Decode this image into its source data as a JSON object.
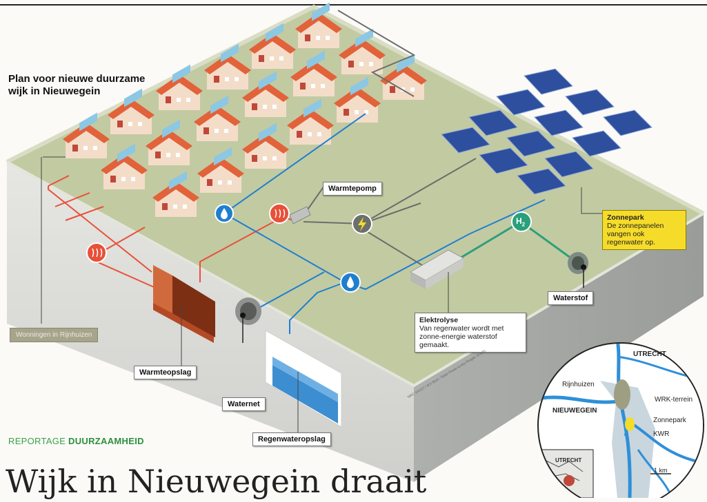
{
  "title_line1": "Plan voor nieuwe duurzame",
  "title_line2": "wijk in Nieuwegein",
  "labels": {
    "warmtepomp": "Warmtepomp",
    "warmteopslag": "Warmteopslag",
    "waternet": "Waternet",
    "regenwateropslag": "Regenwateropslag",
    "waterstof": "Waterstof",
    "wonen": "Wonningen in Rijnhuizen"
  },
  "zonnepark": {
    "heading": "Zonnepark",
    "text": "De zonnepanelen vangen ook regenwater op."
  },
  "elektrolyse": {
    "heading": "Elektrolyse",
    "text": "Van regenwater wordt met zonne-energie waterstof gemaakt."
  },
  "h2_symbol": "H",
  "h2_sub": "2",
  "credit": "NRC 141117 / ACI Bron: 'Solar Power to the People' (KWR)",
  "map": {
    "utrecht": "UTRECHT",
    "nieuwegein": "NIEUWEGEIN",
    "rijnhuizen": "Rijnhuizen",
    "wrk": "WRK-terrein",
    "zonnepark": "Zonnepark",
    "kwr": "KWR",
    "scale": "1 km",
    "inset_utrecht": "UTRECHT"
  },
  "reportage_prefix": "REPORTAGE",
  "reportage_topic": "DUURZAAMHEID",
  "headline": "Wijk in Nieuwegein draait",
  "colors": {
    "ground": "#c2caa2",
    "wall": "#dcdcd8",
    "heat": "#e8503a",
    "water": "#1f7fcf",
    "hydrogen": "#2aa07a",
    "accent_green": "#3aa14a",
    "label_yellow": "#f6dc2a"
  }
}
